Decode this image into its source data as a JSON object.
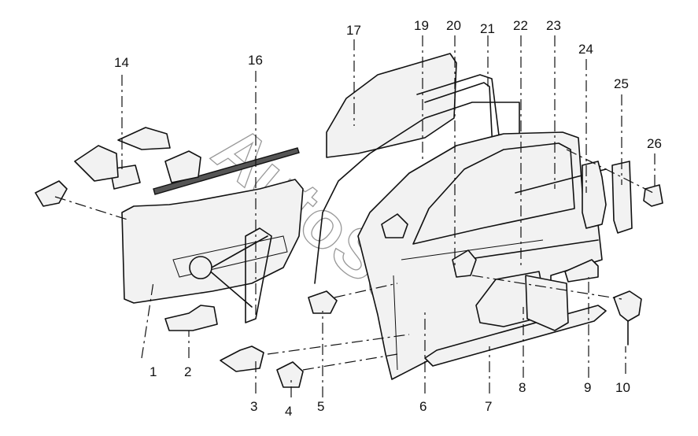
{
  "watermark": "AutoSoft",
  "callouts": [
    {
      "id": "c1",
      "label": "1"
    },
    {
      "id": "c2",
      "label": "2"
    },
    {
      "id": "c3",
      "label": "3"
    },
    {
      "id": "c4",
      "label": "4"
    },
    {
      "id": "c5",
      "label": "5"
    },
    {
      "id": "c6",
      "label": "6"
    },
    {
      "id": "c7",
      "label": "7"
    },
    {
      "id": "c8",
      "label": "8"
    },
    {
      "id": "c9",
      "label": "9"
    },
    {
      "id": "c10",
      "label": "10"
    },
    {
      "id": "c14",
      "label": "14"
    },
    {
      "id": "c16",
      "label": "16"
    },
    {
      "id": "c17",
      "label": "17"
    },
    {
      "id": "c19",
      "label": "19"
    },
    {
      "id": "c20",
      "label": "20"
    },
    {
      "id": "c21",
      "label": "21"
    },
    {
      "id": "c22",
      "label": "22"
    },
    {
      "id": "c23",
      "label": "23"
    },
    {
      "id": "c24",
      "label": "24"
    },
    {
      "id": "c25",
      "label": "25"
    },
    {
      "id": "c26",
      "label": "26"
    }
  ]
}
